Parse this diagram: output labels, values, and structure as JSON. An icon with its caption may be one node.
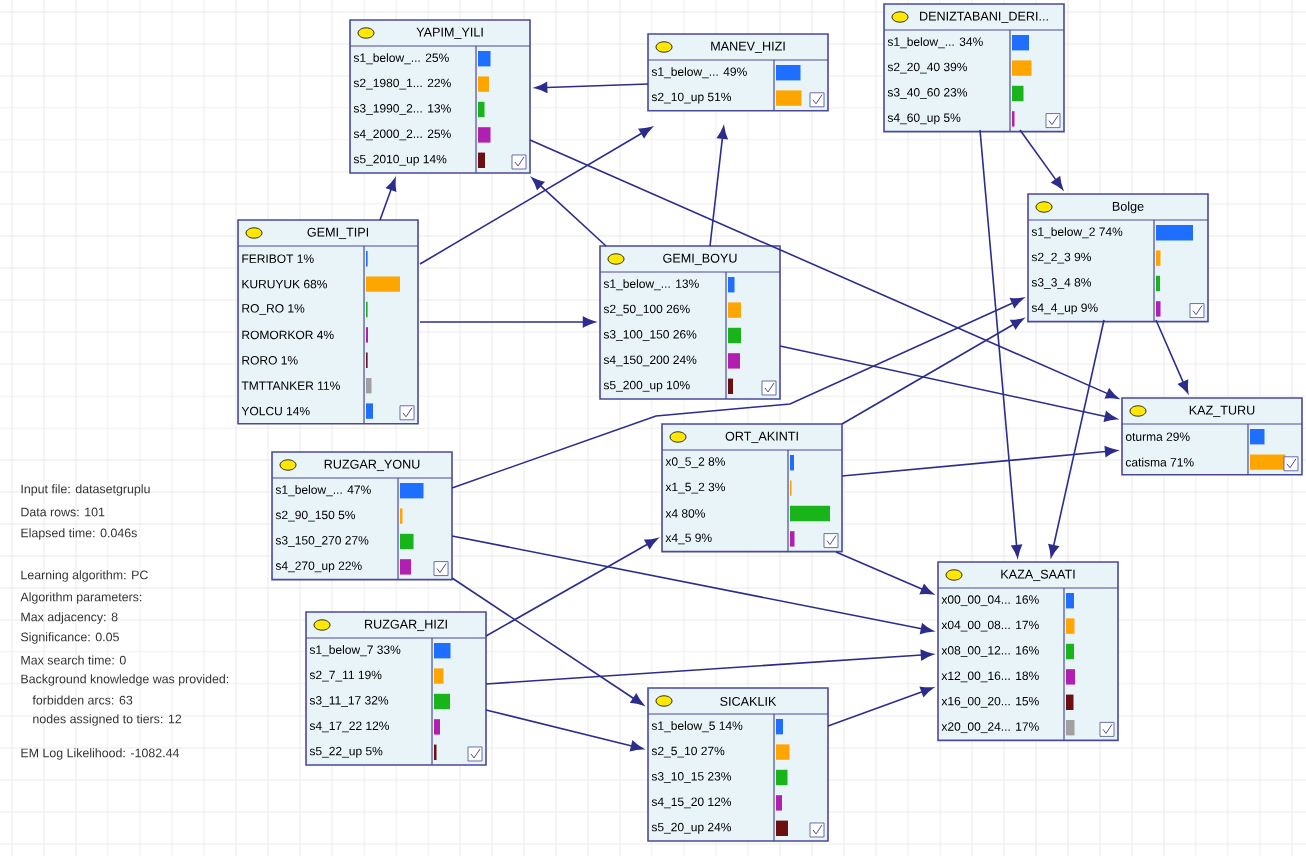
{
  "diagram": {
    "nodes": [
      {
        "text": [
          "YAPIM_YILI",
          "s1_below_... 25%",
          "s2_1980_1... 22%",
          "s3_1990_2... 13%",
          "s4_2000_2... 25%",
          "s5_2010_up 14%"
        ]
      },
      {
        "text": [
          "MANEV_HIZI",
          "s1_below_... 49%",
          "s2_10_up 51%"
        ]
      },
      {
        "text": [
          "DENIZTABANI_DERI...",
          "s1_below_... 34%",
          "s2_20_40 39%",
          "s3_40_60 23%",
          "s4_60_up 5%"
        ]
      },
      {
        "text": [
          "GEMI_TIPI",
          "FERIBOT 1%",
          "KURUYUK 68%",
          "RO_RO 1%",
          "ROMORKOR 4%",
          "RORO 1%",
          "TMTTANKER 11%",
          "YOLCU 14%"
        ]
      },
      {
        "text": [
          "GEMI_BOYU",
          "s1_below_... 13%",
          "s2_50_100 26%",
          "s3_100_150 26%",
          "s4_150_200 24%",
          "s5_200_up 10%"
        ]
      },
      {
        "text": [
          "Bolge",
          "s1_below_2 74%",
          "s2_2_3 9%",
          "s3_3_4 8%",
          "s4_4_up 9%"
        ]
      },
      {
        "text": [
          "KAZ_TURU",
          "oturma 29%",
          "catisma 71%"
        ]
      },
      {
        "text": [
          "ORT_AKINTI",
          "x0_5_2 8%",
          "x1_5_2 3%",
          "x4 80%",
          "x4_5 9%"
        ]
      },
      {
        "text": [
          "RUZGAR_YONU",
          "s1_below_... 47%",
          "s2_90_150 5%",
          "s3_150_270 27%",
          "s4_270_up 22%"
        ]
      },
      {
        "text": [
          "KAZA_SAATI",
          "x00_00_04... 16%",
          "x04_00_08... 17%",
          "x08_00_12... 16%",
          "x12_00_16... 18%",
          "x16_00_20... 15%",
          "x20_00_24... 17%"
        ]
      },
      {
        "text": [
          "RUZGAR_HIZI",
          "s1_below_7 33%",
          "s2_7_11 19%",
          "s3_11_17 32%",
          "s4_17_22 12%",
          "s5_22_up 5%"
        ]
      },
      {
        "text": [
          "SICAKLIK",
          "s1_below_5 14%",
          "s2_5_10 27%",
          "s3_10_15 23%",
          "s4_15_20 12%",
          "s5_20_up 24%"
        ]
      }
    ],
    "edges": [
      {
        "from": 3,
        "to": 0,
        "arrow": "to"
      },
      {
        "from": 3,
        "to": 1,
        "arrow": "to"
      },
      {
        "from": 3,
        "to": 4,
        "arrow": "to"
      },
      {
        "from": 4,
        "to": 0,
        "arrow": "to"
      },
      {
        "from": 1,
        "to": 0,
        "arrow": "to"
      },
      {
        "from": 4,
        "to": 1,
        "arrow": "to"
      },
      {
        "from": 0,
        "to": 6,
        "arrow": "to"
      },
      {
        "from": 4,
        "to": 6,
        "arrow": "to"
      },
      {
        "from": 2,
        "to": 5,
        "arrow": "to"
      },
      {
        "from": 2,
        "to": 9,
        "arrow": "to"
      },
      {
        "from": 5,
        "to": 6,
        "arrow": "to"
      },
      {
        "from": 5,
        "to": 9,
        "arrow": "to"
      },
      {
        "from": 8,
        "to": 5,
        "arrow": "to"
      },
      {
        "from": 7,
        "to": 5,
        "arrow": "to"
      },
      {
        "from": 10,
        "to": 7,
        "arrow": "to"
      },
      {
        "from": 8,
        "to": 9,
        "arrow": "to"
      },
      {
        "from": 8,
        "to": 11,
        "arrow": "to"
      },
      {
        "from": 10,
        "to": 9,
        "arrow": "to"
      },
      {
        "from": 10,
        "to": 11,
        "arrow": "to"
      },
      {
        "from": 7,
        "to": 6,
        "arrow": "to"
      },
      {
        "from": 7,
        "to": 9,
        "arrow": "to"
      },
      {
        "from": 11,
        "to": 9,
        "arrow": "to"
      }
    ],
    "labels": [
      "Input file: datasetgruplu",
      "Data rows: 101",
      "Elapsed time: 0.046s",
      "Learning algorithm: PC",
      "Algorithm parameters:",
      "Max adjacency: 8",
      "Significance: 0.05",
      "Max search time: 0",
      "Background knowledge was provided:",
      "forbidden arcs: 63",
      "nodes assigned to tiers: 12",
      "EM Log Likelihood: -1082.44"
    ]
  }
}
